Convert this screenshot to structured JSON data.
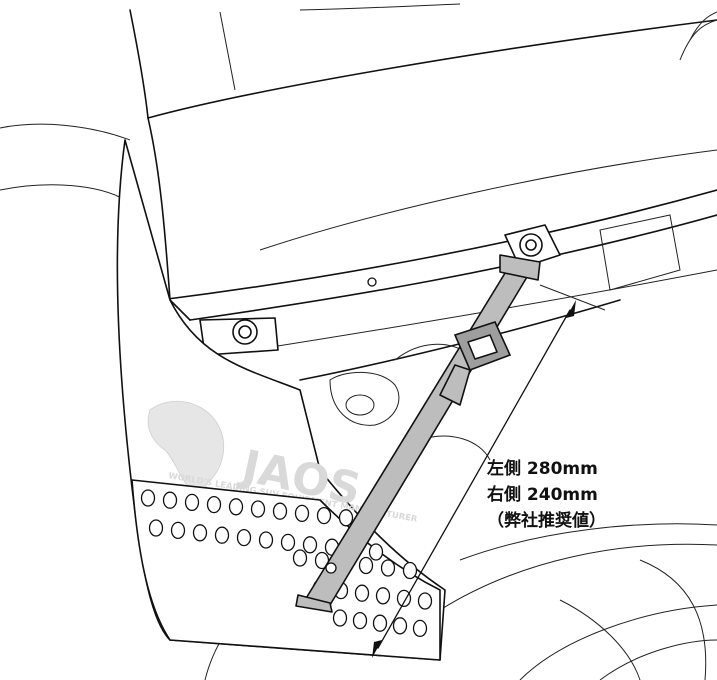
{
  "callout": {
    "line1": "左側 280mm",
    "line2": "右側 240mm",
    "line3": "（弊社推奨値）"
  },
  "mudflap": {
    "logo_text": "JAOS",
    "slogan": "WORLD'S LEADING SUV EQUIPMENT MANUFACTURER"
  },
  "colors": {
    "line": "#111111",
    "strap": "#bdbdbd",
    "logo": "#e6e6e6",
    "background": "#ffffff"
  }
}
